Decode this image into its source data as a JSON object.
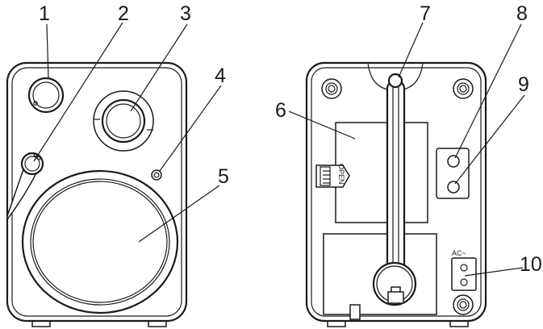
{
  "callouts": [
    {
      "number": "1",
      "target": "front-knob"
    },
    {
      "number": "2",
      "target": "side-handle-knob"
    },
    {
      "number": "3",
      "target": "tuning-dial"
    },
    {
      "number": "4",
      "target": "indicator-led"
    },
    {
      "number": "5",
      "target": "speaker-grille"
    },
    {
      "number": "6",
      "target": "battery-compartment"
    },
    {
      "number": "7",
      "target": "telescopic-antenna"
    },
    {
      "number": "8",
      "target": "upper-jack"
    },
    {
      "number": "9",
      "target": "lower-jack"
    },
    {
      "number": "10",
      "target": "ac-socket"
    }
  ],
  "panel_text": {
    "battery_open": "OPEN",
    "ac_label": "AC~"
  }
}
